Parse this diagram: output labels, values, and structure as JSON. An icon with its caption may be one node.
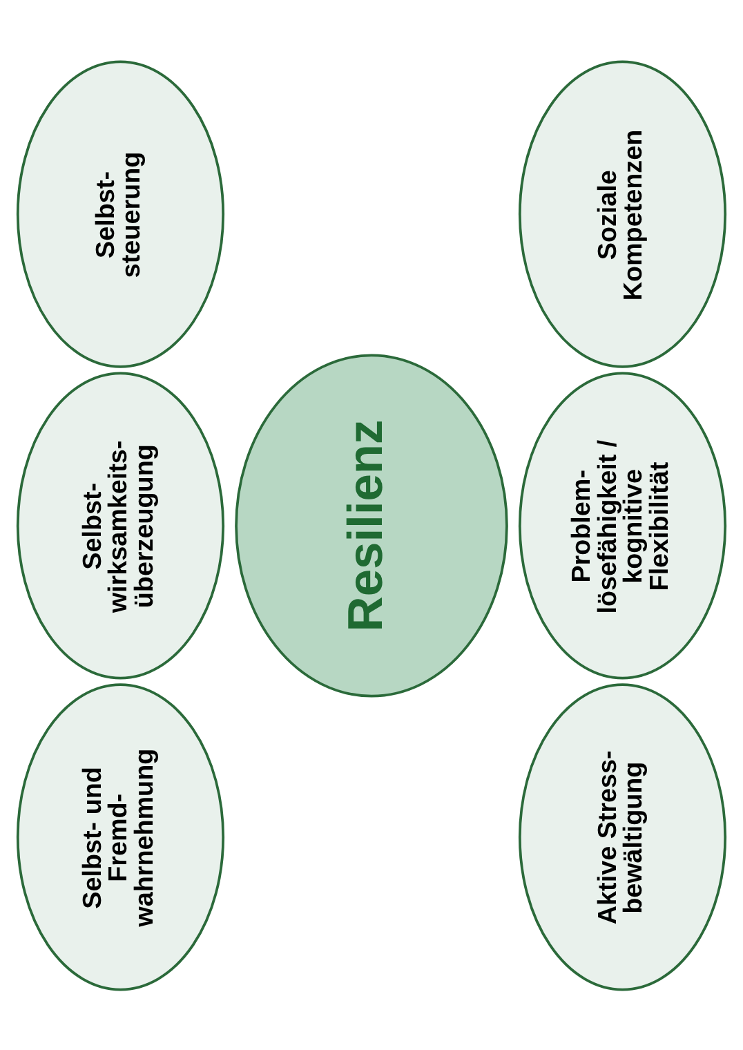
{
  "diagram": {
    "nodes": [
      {
        "text": [
          "Selbst- und Fremd- wahrnehmung"
        ]
      },
      {
        "text": [
          "Aktive Stress- bewältigung"
        ]
      },
      {
        "text": [
          "Selbst- wirksamkeits- überzeugung"
        ]
      },
      {
        "text": [
          "Resilienz"
        ]
      },
      {
        "text": [
          "Problem- lösefähigkeit / kognitive Flexibilität"
        ]
      },
      {
        "text": [
          "Selbst- steuerung"
        ]
      },
      {
        "text": [
          "Soziale Kompetenzen"
        ]
      }
    ]
  }
}
